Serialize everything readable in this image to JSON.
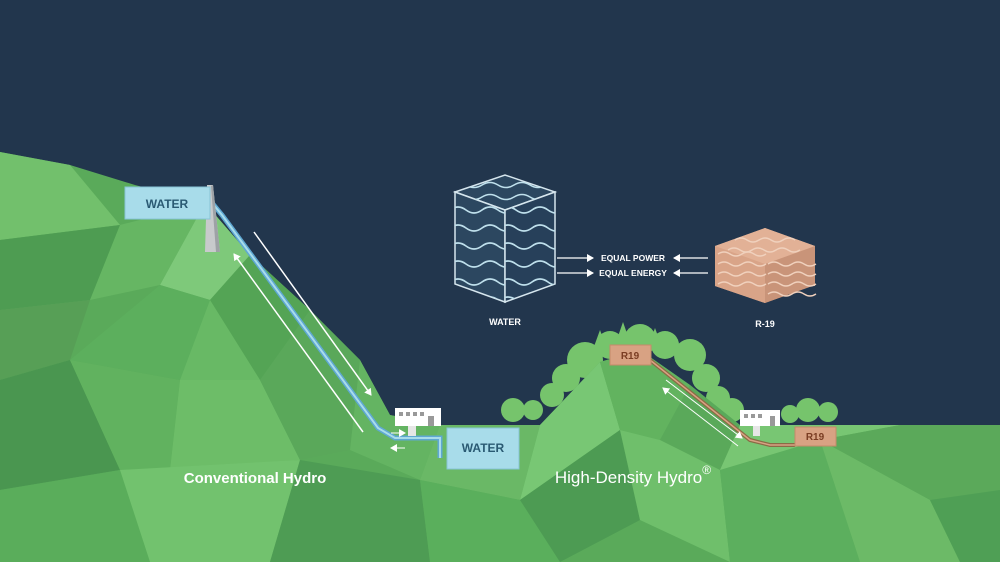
{
  "colors": {
    "sky": "#22364d",
    "grass_light": "#6fbf6b",
    "grass_mid": "#5aaa5a",
    "grass_dark": "#4a9650",
    "water_box": "#a8dcea",
    "water_text": "#2a5a73",
    "r19_box": "#d8a283",
    "r19_text": "#7a3d23",
    "pipe_water": "#5fa8d3",
    "pipe_r19": "#8a6b45"
  },
  "conventional": {
    "upper_reservoir_label": "WATER",
    "lower_reservoir_label": "WATER",
    "title": "Conventional Hydro"
  },
  "high_density": {
    "upper_reservoir_label": "R19",
    "lower_reservoir_label": "R19",
    "title": "High-Density Hydro",
    "trademark": "®"
  },
  "comparison": {
    "water_cube_label": "WATER",
    "r19_cube_label": "R-19",
    "equal_power_label": "EQUAL POWER",
    "equal_energy_label": "EQUAL ENERGY"
  }
}
